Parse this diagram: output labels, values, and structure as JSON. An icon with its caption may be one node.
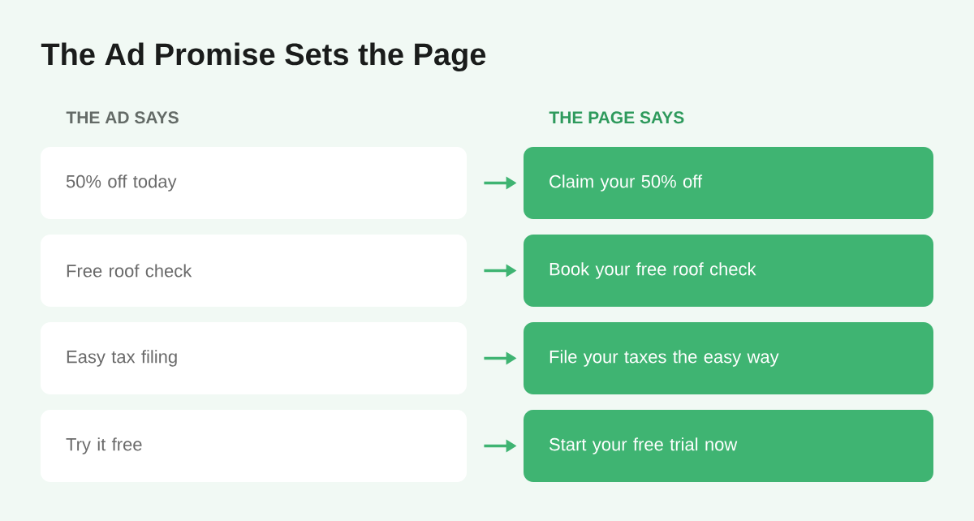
{
  "diagram": {
    "title": "The Ad Promise Sets the Page",
    "nodes": [
      {
        "text": [
          "50% off today"
        ]
      },
      {
        "text": [
          "Claim your 50% off"
        ]
      },
      {
        "text": [
          "Free roof check"
        ]
      },
      {
        "text": [
          "Book your free roof check"
        ]
      },
      {
        "text": [
          "Easy tax filing"
        ]
      },
      {
        "text": [
          "File your taxes the easy way"
        ]
      },
      {
        "text": [
          "Try it free"
        ]
      },
      {
        "text": [
          "Start your free trial now"
        ]
      }
    ],
    "edges": [
      {
        "from": 0,
        "to": 1,
        "arrow": "to"
      },
      {
        "from": 2,
        "to": 3,
        "arrow": "to"
      },
      {
        "from": 4,
        "to": 5,
        "arrow": "to"
      },
      {
        "from": 6,
        "to": 7,
        "arrow": "to"
      }
    ],
    "labels": [
      "THE AD SAYS",
      "THE PAGE SAYS"
    ]
  }
}
